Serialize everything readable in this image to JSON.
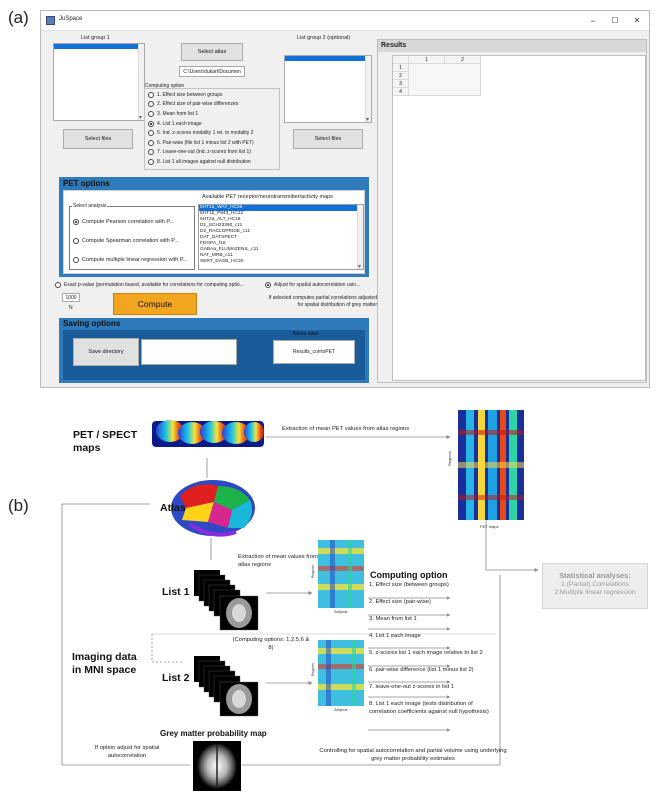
{
  "panel_labels": {
    "a": "(a)",
    "b": "(b)"
  },
  "window": {
    "title": "JuSpace",
    "controls": {
      "minimize": "−",
      "maximize": "☐",
      "close": "✕"
    }
  },
  "list_group_1": {
    "label": "List group 1",
    "select_button": "Select files"
  },
  "list_group_2": {
    "label": "List group 2 (optional)",
    "select_button": "Select files"
  },
  "atlas": {
    "button": "Select atlas",
    "path": "C:\\Users\\dukart\\Documen"
  },
  "computing_options_box": {
    "title": "Computing option",
    "options": [
      "1. Effect size between groups",
      "2. Effect size of pair-wise differenzes",
      "3. Mean from list 1",
      "4. List 1 each image",
      "5. Ind. z-scores modality 1 rel. to modality 2",
      "6. Pair-wise (file list 1 minus list 2 with PET)",
      "7. Leave-one-out (ind. z-scores from list 1)",
      "8. List 1 all images against null distribution"
    ]
  },
  "results": {
    "header": "Results",
    "columns": [
      "1",
      "2"
    ],
    "rows": [
      "1",
      "2",
      "3",
      "4"
    ]
  },
  "pet_options": {
    "title": "PET options",
    "maps_label": "Available PET receptor/neurotransmitter/activity maps",
    "analysis_label": "Select analysis",
    "analyses": [
      "Compute Pearson correlation with P...",
      "Compute Spearman correlation with P...",
      "Compute multiple linear regression with P..."
    ],
    "maps": [
      "5HT1a_WAY_HC36",
      "5HT1b_P943_HC22",
      "5HT2a_ALT_HC19",
      "D1_SCH23390_c11",
      "D2_RACLOPRIDE_c11",
      "DAT_DATSPECT",
      "FDOPA_f18",
      "GABAa_FLUMAZENIL_c11",
      "NAT_MRB_c11",
      "SERT_DASB_HC30"
    ]
  },
  "permutation": {
    "label": "Exact p-value (permutation based, available for correlations for computing optio...",
    "count": "1000",
    "n_label": "N"
  },
  "spatial": {
    "label": "Adjust for spatial autocorrelation usin...",
    "note": "If selected computes partial correlations adjusted for spatial distribution of grey matter"
  },
  "compute_button": "Compute",
  "saving": {
    "title": "Saving options",
    "dir_button": "Save directory",
    "name_label": "Name save",
    "name_value": "Results_corrtoPET"
  },
  "diagram": {
    "pet_spect_label": "PET / SPECT maps",
    "extraction_pet_note": "Extraction of mean PET values from atlas regions",
    "heatmap_ylabel": "Regions",
    "heatmap_xlabel": "PET maps",
    "atlas_label": "Atlas",
    "list1_label": "List 1",
    "list2_label": "List 2",
    "imaging_label": "Imaging data in MNI space",
    "extraction_list_note": "Extraction of mean values from atlas regions",
    "computing_options_note": "(Computing options: 1,2,5,6 & 8)",
    "small_ylabel": "Regions",
    "small_xlabel": "Subjects",
    "computing_option_title": "Computing option",
    "steps": [
      "1. Effect size (between groups)",
      "2. Effect size (pair-wise)",
      "3. Mean from list 1",
      "4. List 1 each image",
      "5. z-scores list 1 each image relative to list 2",
      "6. pair-wise difference (list 1 minus list 2)",
      "7. leave-one-out z-scores in list 1",
      "8. List 1 each image (tests distribution of correlation coefficients against null hypothesis)"
    ],
    "grey_matter_label": "Grey matter probability map",
    "spatial_option_note": "If option adjust for spatial autocorrelation",
    "controlling_note": "Controlling for spatial autocorrelation and partial volume using underlying grey matter probability estimates",
    "stat_title": "Statistical analyses:",
    "stat_lines": [
      "1.(Partial) Correlations",
      "2.Multiple linear regression"
    ]
  }
}
